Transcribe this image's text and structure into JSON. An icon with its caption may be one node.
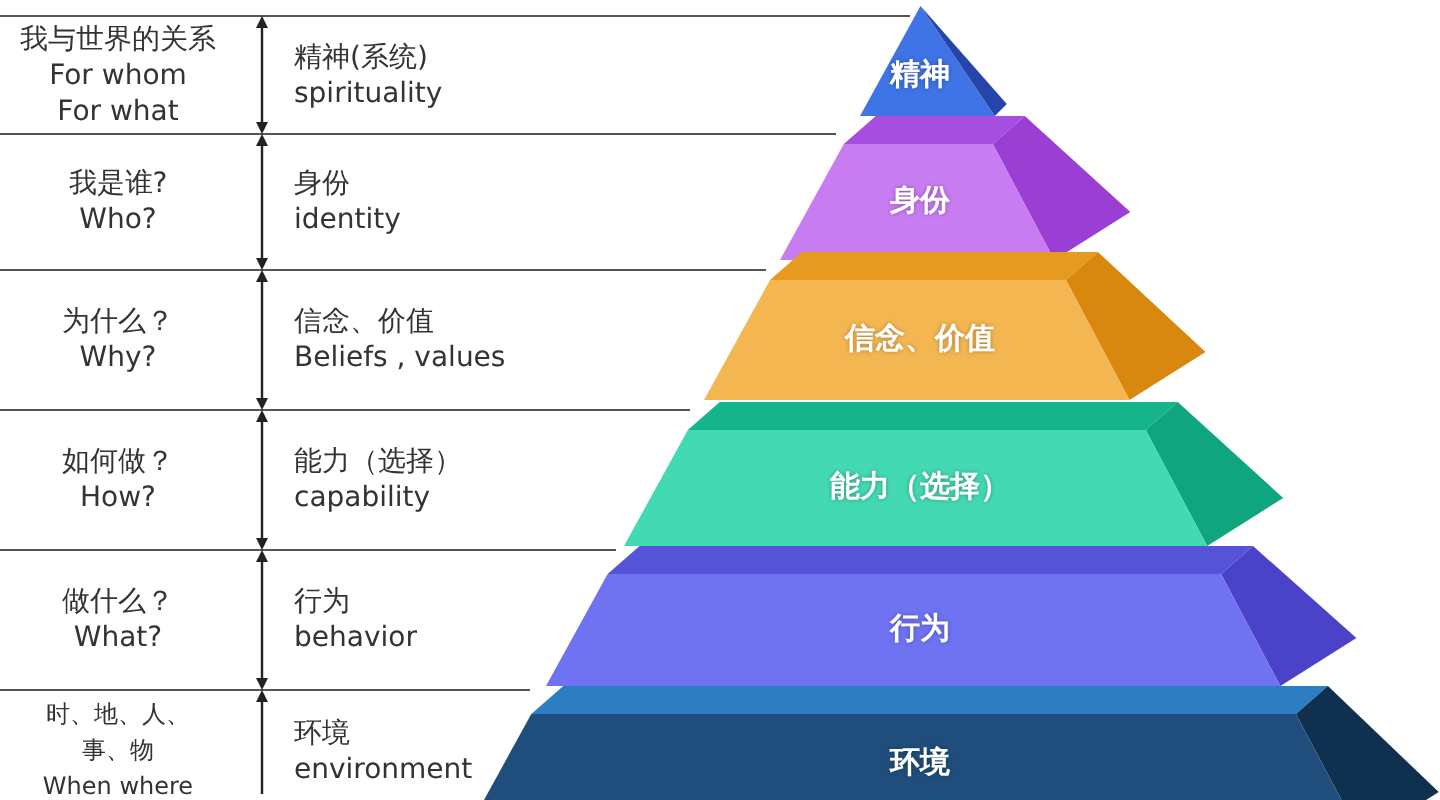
{
  "diagram": {
    "nodes": [
      {
        "text": [
          "精神"
        ]
      },
      {
        "text": [
          "身份"
        ]
      },
      {
        "text": [
          "信念、价值"
        ]
      },
      {
        "text": [
          "能力（选择）"
        ]
      },
      {
        "text": [
          "行为"
        ]
      },
      {
        "text": [
          "环境"
        ]
      }
    ],
    "labels": [
      "我与世界的关系",
      "For whom",
      "For what",
      "精神(系统)",
      "spirituality",
      "我是谁?",
      "Who?",
      "身份",
      "identity",
      "为什么？",
      "Why?",
      "信念、价值",
      "Beliefs , values",
      "如何做？",
      "How?",
      "能力（选择）",
      "capability",
      "做什么？",
      "What?",
      "行为",
      "behavior",
      "时、地、人、事、物",
      "When where",
      "环境",
      "environment"
    ]
  }
}
